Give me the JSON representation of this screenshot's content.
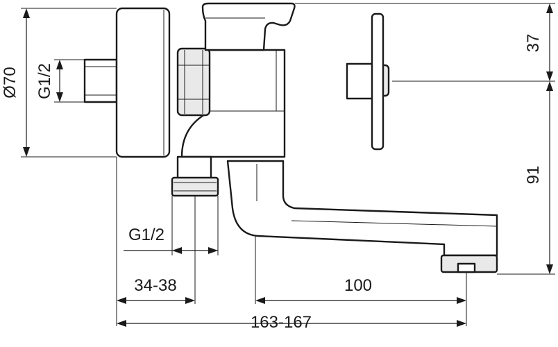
{
  "drawing": {
    "dimensions": {
      "body_diameter": "Ø70",
      "inlet_thread_vertical": "G1/2",
      "height_top": "37",
      "height_bottom": "91",
      "outlet_thread": "G1/2",
      "wall_offset": "34-38",
      "spout_reach": "100",
      "total_depth": "163-167"
    },
    "colors": {
      "line": "#1a1a1a",
      "background": "#ffffff"
    }
  }
}
